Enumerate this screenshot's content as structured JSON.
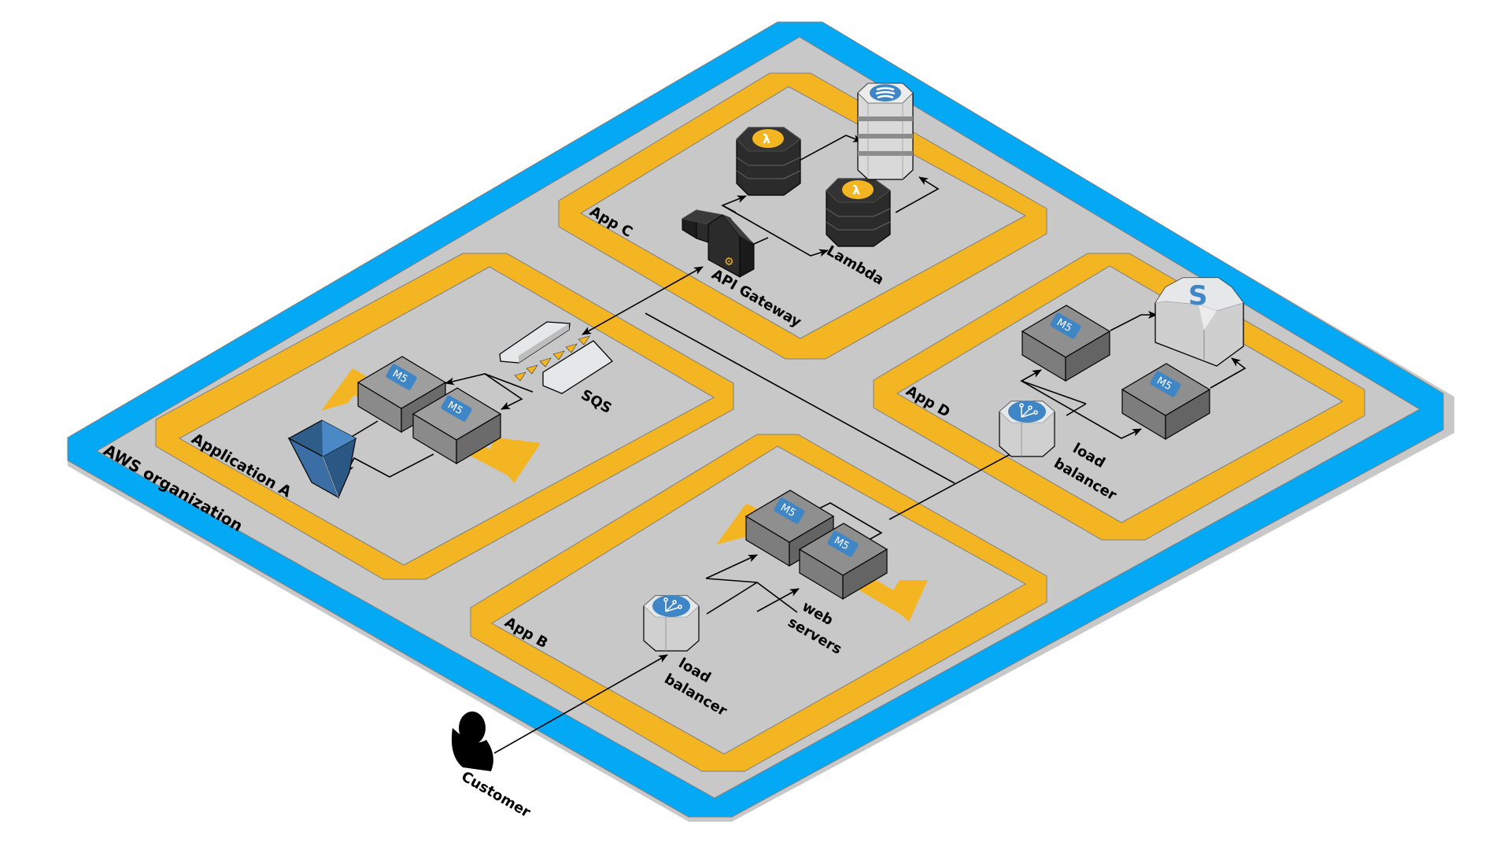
{
  "diagram": {
    "title": "AWS organization",
    "colors": {
      "org_frame": "#03a9f4",
      "app_frame": "#f4b522",
      "frame_shadow": "#c8c8c8",
      "dark_node": "#2b2b2b",
      "gray_node": "#9a9a9a",
      "light_node": "#e6e7e8",
      "icon_blue": "#3f86c6",
      "bucket_blue": "#2f6aa3",
      "connector": "#000000"
    },
    "groups": [
      {
        "id": "org",
        "label": "AWS organization"
      },
      {
        "id": "app-a",
        "label": "Application A"
      },
      {
        "id": "app-b",
        "label": "App B"
      },
      {
        "id": "app-c",
        "label": "App C"
      },
      {
        "id": "app-d",
        "label": "App D"
      }
    ],
    "nodes": {
      "app_a": {
        "instance_1": "M5",
        "instance_2": "M5",
        "queue_label": "SQS",
        "bucket_icon": "s3-bucket-icon"
      },
      "app_b": {
        "lb_label_1": "load",
        "lb_label_2": "balancer",
        "web_label_1": "web",
        "web_label_2": "servers",
        "instance_1": "M5",
        "instance_2": "M5"
      },
      "app_c": {
        "api_label": "API Gateway",
        "lambda_label": "Lambda",
        "lambda_icon_glyph": "λ",
        "db_icon": "database-icon"
      },
      "app_d": {
        "lb_label_1": "load",
        "lb_label_2": "balancer",
        "instance_1": "M5",
        "instance_2": "M5",
        "storage_glyph": "S"
      },
      "customer": {
        "label": "Customer"
      }
    },
    "edges": [
      {
        "from": "Customer",
        "to": "App B load balancer"
      },
      {
        "from": "App B load balancer",
        "to": "App B web server 1"
      },
      {
        "from": "App B load balancer",
        "to": "App B web server 2"
      },
      {
        "from": "App B web servers",
        "to": "App D load balancer"
      },
      {
        "from": "App D load balancer",
        "to": "App D instance 1"
      },
      {
        "from": "App D load balancer",
        "to": "App D instance 2"
      },
      {
        "from": "App D instance 1",
        "to": "App D storage"
      },
      {
        "from": "App D instance 2",
        "to": "App D storage"
      },
      {
        "from": "SQS",
        "to": "API Gateway",
        "bidirectional": true
      },
      {
        "from": "SQS",
        "to": "Application A instance 1"
      },
      {
        "from": "SQS",
        "to": "Application A instance 2"
      },
      {
        "from": "Application A instances",
        "to": "S3 bucket"
      },
      {
        "from": "API Gateway",
        "to": "Lambda 1"
      },
      {
        "from": "API Gateway",
        "to": "Lambda 2"
      },
      {
        "from": "Lambda 1",
        "to": "Database"
      },
      {
        "from": "Lambda 2",
        "to": "Database"
      },
      {
        "from": "API Gateway",
        "to": "App B / App D link"
      }
    ]
  }
}
